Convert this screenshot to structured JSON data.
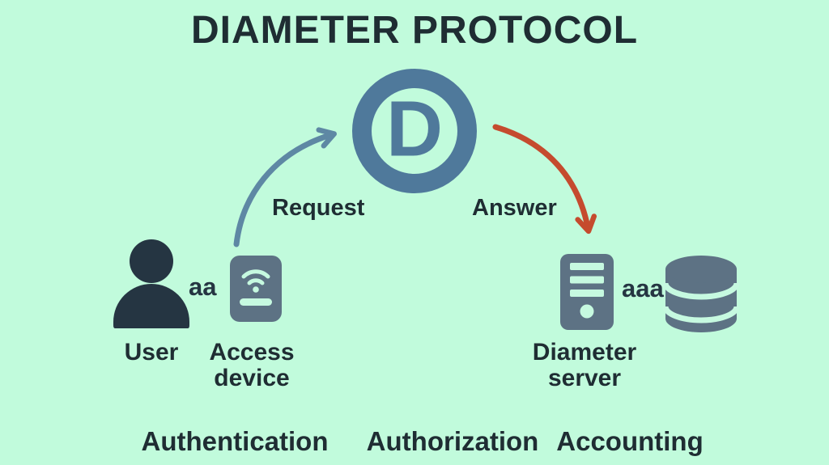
{
  "title": "DIAMETER PROTOCOL",
  "logo": {
    "letter": "D"
  },
  "flow": {
    "request_label": "Request",
    "answer_label": "Answer"
  },
  "entities": {
    "user": {
      "label": "User",
      "tag": "aa"
    },
    "access_device": {
      "label": "Access device"
    },
    "diameter_server": {
      "label": "Diameter server",
      "tag": "aaa"
    }
  },
  "footer": {
    "items": [
      "Authentication",
      "Authorization",
      "Accounting"
    ]
  },
  "icons": [
    "user-icon",
    "access-device-icon",
    "wifi-icon",
    "server-icon",
    "database-icon",
    "diameter-logo"
  ],
  "colors": {
    "bg": "#c1fbdc",
    "ink": "#1f2d33",
    "dark": "#253542",
    "slate": "#5d7284",
    "dblue": "#4f799b",
    "blue": "#5e88a4",
    "red": "#c54b2e",
    "mint": "#c6f9e0"
  }
}
